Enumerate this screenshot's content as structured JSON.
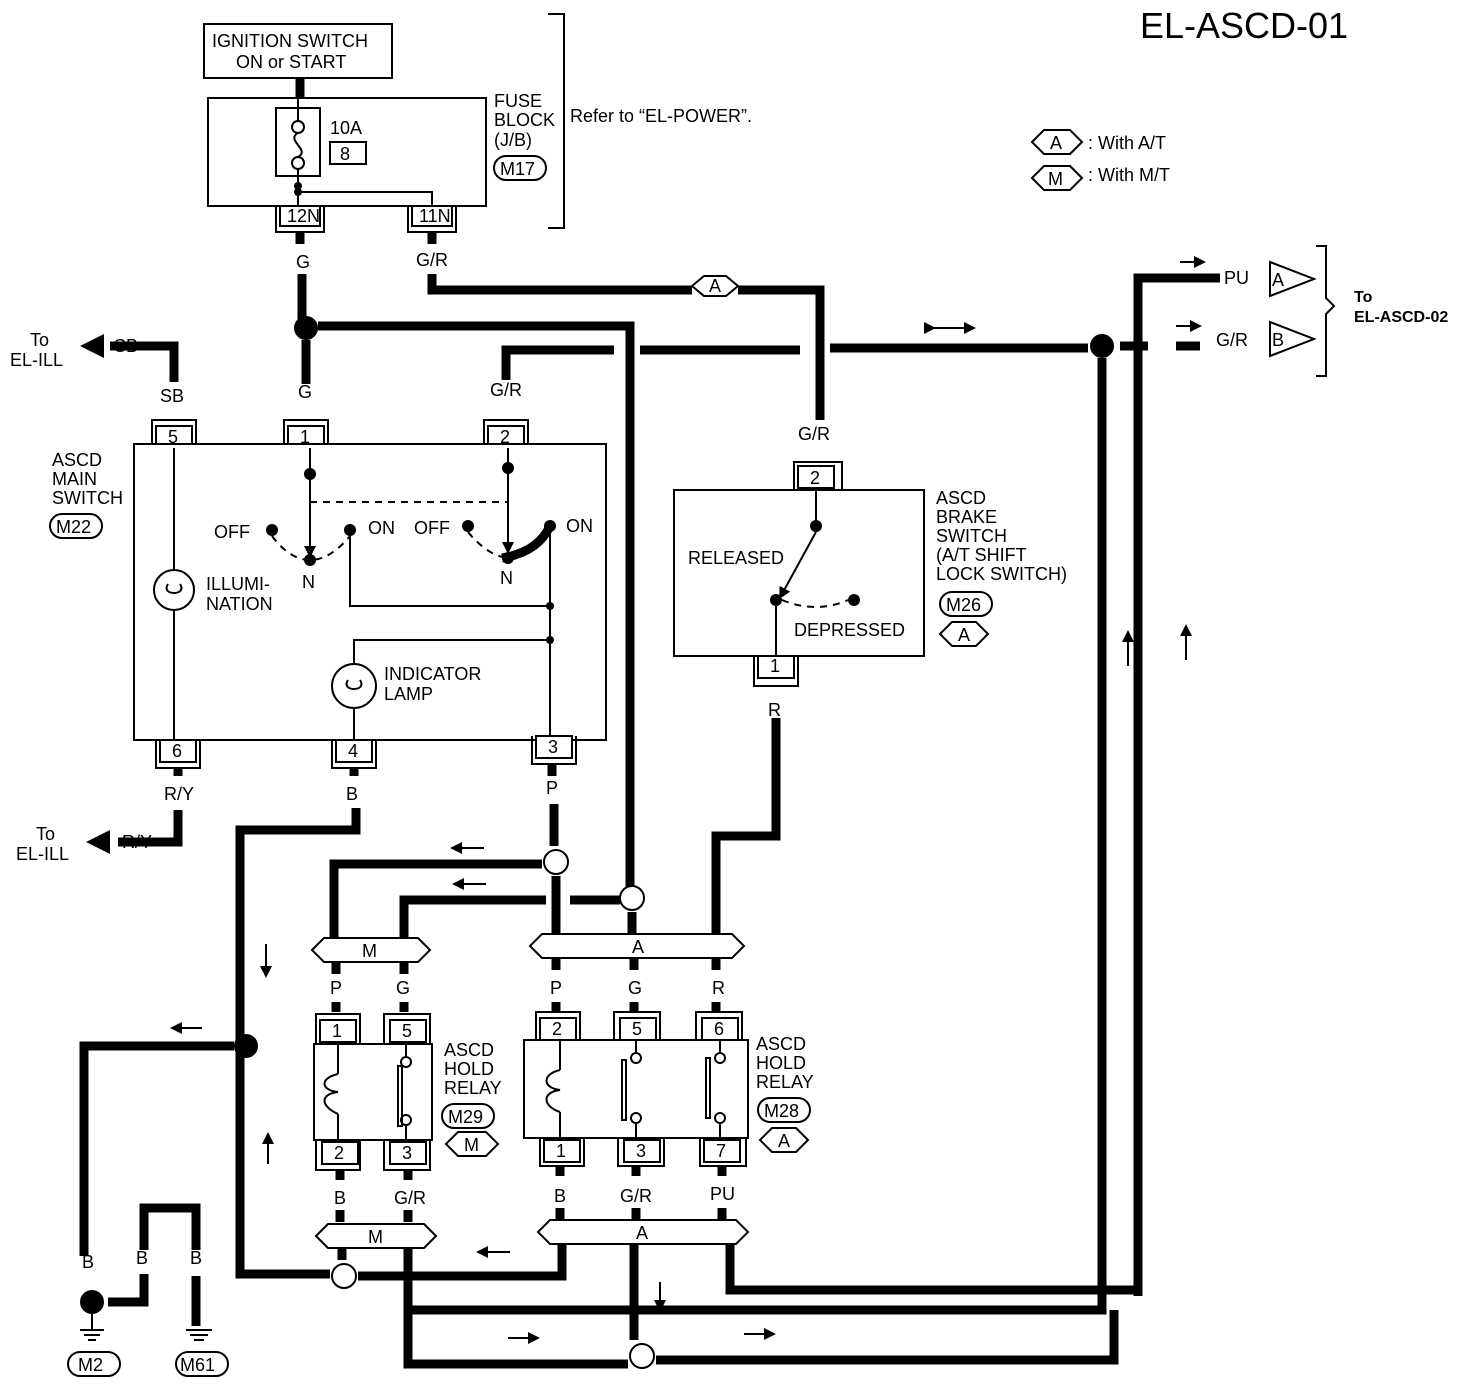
{
  "title": "EL-ASCD-01",
  "ignition": {
    "line1": "IGNITION SWITCH",
    "line2": "ON or START"
  },
  "fuse_block": {
    "label1": "FUSE",
    "label2": "BLOCK",
    "label3": "(J/B)",
    "connector": "M17",
    "refer": "Refer to “EL-POWER”.",
    "fuse_rating": "10A",
    "fuse_no": "8",
    "terminal_a": "12N",
    "terminal_b": "11N"
  },
  "legend": {
    "a_symbol": "A",
    "a_text": ": With A/T",
    "m_symbol": "M",
    "m_text": ": With M/T"
  },
  "wires": {
    "g": "G",
    "gr": "G/R",
    "sb": "SB",
    "ry": "R/Y",
    "b": "B",
    "p": "P",
    "r": "R",
    "pu": "PU"
  },
  "to_ill_1": {
    "to": "To",
    "dest": "EL-ILL"
  },
  "to_ill_2": {
    "to": "To",
    "dest": "EL-ILL"
  },
  "to_ascd02": {
    "to": "To",
    "dest": "EL-ASCD-02",
    "conn_a": "A",
    "conn_b": "B"
  },
  "main_switch": {
    "l1": "ASCD",
    "l2": "MAIN",
    "l3": "SWITCH",
    "connector": "M22",
    "pins": [
      "5",
      "1",
      "2",
      "6",
      "4",
      "3"
    ],
    "off": "OFF",
    "on": "ON",
    "n": "N",
    "illum1": "ILLUMI-",
    "illum2": "NATION",
    "ind1": "INDICATOR",
    "ind2": "LAMP"
  },
  "brake_switch": {
    "l1": "ASCD",
    "l2": "BRAKE",
    "l3": "SWITCH",
    "l4": "(A/T SHIFT",
    "l5": "LOCK SWITCH)",
    "connector": "M26",
    "variant": "A",
    "pin_top": "2",
    "pin_bottom": "1",
    "released": "RELEASED",
    "depressed": "DEPRESSED"
  },
  "relay_m29": {
    "l1": "ASCD",
    "l2": "HOLD",
    "l3": "RELAY",
    "connector": "M29",
    "variant": "M",
    "pins": [
      "1",
      "5",
      "2",
      "3"
    ]
  },
  "relay_m28": {
    "l1": "ASCD",
    "l2": "HOLD",
    "l3": "RELAY",
    "connector": "M28",
    "variant": "A",
    "pins": [
      "2",
      "5",
      "6",
      "1",
      "3",
      "7"
    ]
  },
  "splice": {
    "m": "M",
    "a": "A"
  },
  "grounds": {
    "g1": "M2",
    "g2": "M61"
  }
}
